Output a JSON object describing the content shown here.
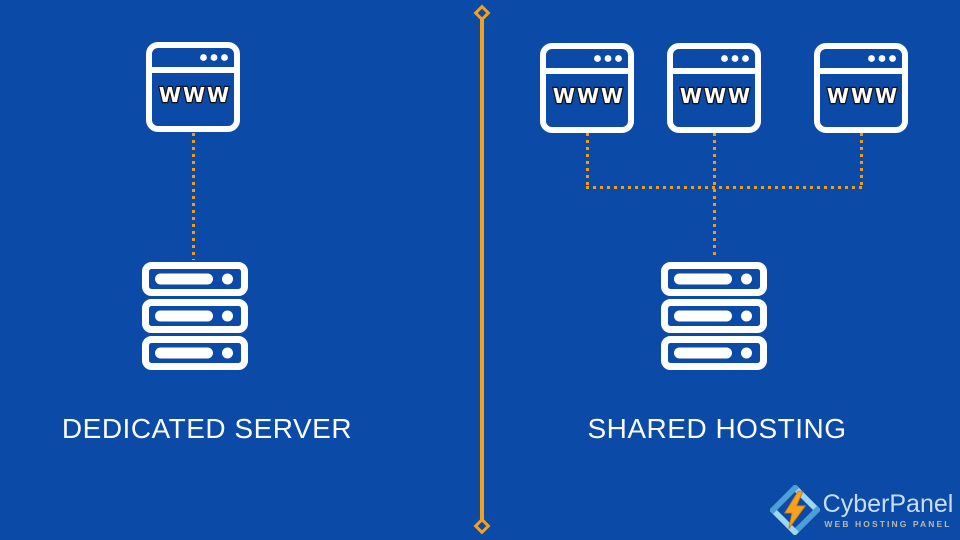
{
  "colors": {
    "background": "#0B4AA6",
    "accent_orange": "#F5A01A",
    "icon_white": "#FFFFFF",
    "logo_light_blue": "#9ED8EC",
    "logo_mid_blue": "#4D9FD8"
  },
  "left_panel": {
    "label": "DEDICATED SERVER",
    "browser": {
      "label": "WWW"
    }
  },
  "right_panel": {
    "label": "SHARED HOSTING",
    "browsers": [
      {
        "label": "WWW"
      },
      {
        "label": "WWW"
      },
      {
        "label": "WWW"
      }
    ]
  },
  "logo": {
    "name": "CyberPanel",
    "tagline": "WEB HOSTING PANEL"
  }
}
